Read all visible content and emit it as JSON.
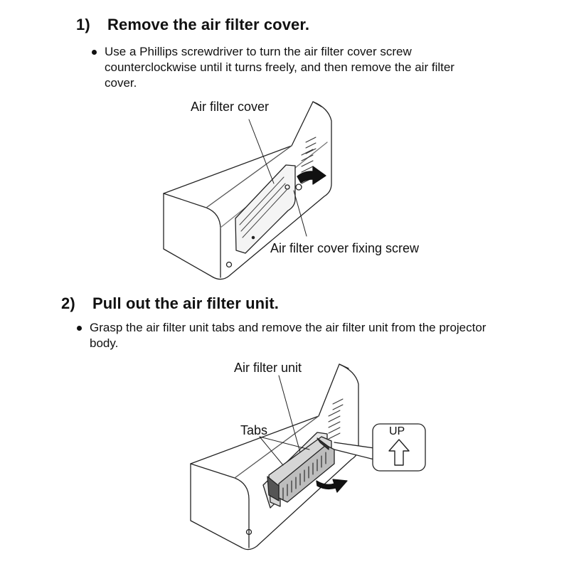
{
  "steps": [
    {
      "number": "1)",
      "title": "Remove the air filter cover.",
      "bullet": "Use a Phillips screwdriver to turn the air filter cover screw counterclockwise until it turns freely, and then remove the air filter cover.",
      "figure": {
        "label_top": "Air filter cover",
        "label_right": "Air filter cover fixing screw"
      }
    },
    {
      "number": "2)",
      "title": "Pull out the air filter unit.",
      "bullet": "Grasp the air filter unit tabs and remove the air filter unit from the projector body.",
      "figure": {
        "label_top": "Air filter unit",
        "label_tabs": "Tabs",
        "callout": "UP"
      }
    }
  ]
}
